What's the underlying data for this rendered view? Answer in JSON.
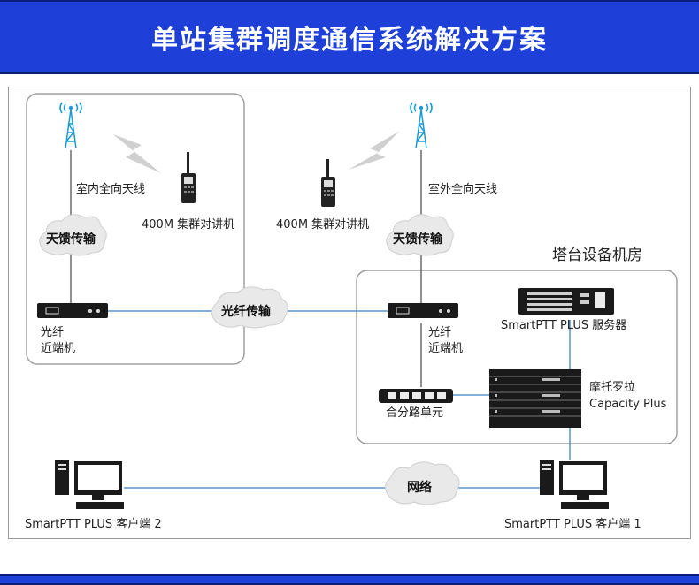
{
  "banner": {
    "title": "单站集群调度通信系统解决方案"
  },
  "diagram": {
    "indoor_antenna": "室内全向天线",
    "outdoor_antenna": "室外全向天线",
    "radio_left": "400M 集群对讲机",
    "radio_right": "400M 集群对讲机",
    "feeder_left": "天馈传输",
    "feeder_right": "天馈传输",
    "fiber": "光纤传输",
    "near_end_left_l1": "光纤",
    "near_end_left_l2": "近端机",
    "near_end_right_l1": "光纤",
    "near_end_right_l2": "近端机",
    "tower_room": "塔台设备机房",
    "server": "SmartPTT PLUS 服务器",
    "capacity_l1": "摩托罗拉",
    "capacity_l2": "Capacity Plus",
    "splitter": "合分路单元",
    "network": "网络",
    "client2": "SmartPTT PLUS 客户端 2",
    "client1": "SmartPTT PLUS 客户端 1"
  },
  "colors": {
    "banner": "#1e40d8",
    "line_blue": "#3b82c4",
    "line_gray": "#555555",
    "room_border": "#a0a0a0"
  }
}
